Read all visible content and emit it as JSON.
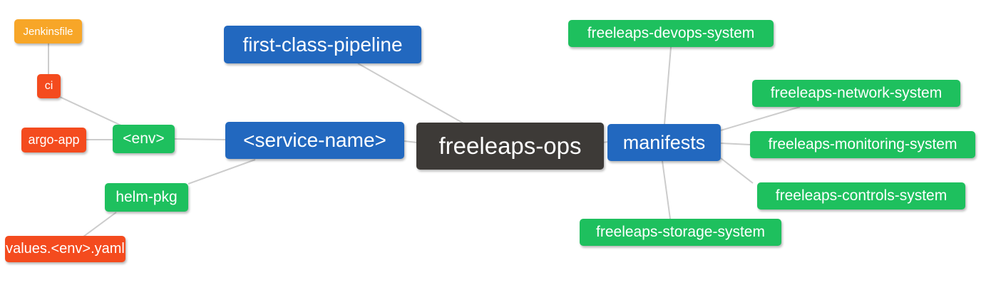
{
  "diagram": {
    "title": "freeleaps-ops mind map",
    "background": "#ffffff",
    "edge_color": "#cccccc",
    "colors": {
      "orange": "#f7a628",
      "red": "#f44b1e",
      "green": "#1ec05e",
      "blue": "#2268bf",
      "dark": "#3d3a37"
    },
    "nodes": [
      {
        "id": "jenkinsfile",
        "label": "Jenkinsfile",
        "color": "orange"
      },
      {
        "id": "ci",
        "label": "ci",
        "color": "red"
      },
      {
        "id": "argo-app",
        "label": "argo-app",
        "color": "red"
      },
      {
        "id": "env",
        "label": "<env>",
        "color": "green"
      },
      {
        "id": "helm-pkg",
        "label": "helm-pkg",
        "color": "green"
      },
      {
        "id": "values-env-yaml",
        "label": "values.<env>.yaml",
        "color": "red"
      },
      {
        "id": "first-class-pipeline",
        "label": "first-class-pipeline",
        "color": "blue"
      },
      {
        "id": "service-name",
        "label": "<service-name>",
        "color": "blue"
      },
      {
        "id": "freeleaps-ops",
        "label": "freeleaps-ops",
        "color": "dark"
      },
      {
        "id": "manifests",
        "label": "manifests",
        "color": "blue"
      },
      {
        "id": "freeleaps-devops-system",
        "label": "freeleaps-devops-system",
        "color": "green"
      },
      {
        "id": "freeleaps-network-system",
        "label": "freeleaps-network-system",
        "color": "green"
      },
      {
        "id": "freeleaps-monitoring-system",
        "label": "freeleaps-monitoring-system",
        "color": "green"
      },
      {
        "id": "freeleaps-controls-system",
        "label": "freeleaps-controls-system",
        "color": "green"
      },
      {
        "id": "freeleaps-storage-system",
        "label": "freeleaps-storage-system",
        "color": "green"
      }
    ],
    "edges": [
      {
        "from": "jenkinsfile",
        "to": "ci"
      },
      {
        "from": "ci",
        "to": "env"
      },
      {
        "from": "argo-app",
        "to": "env"
      },
      {
        "from": "env",
        "to": "service-name"
      },
      {
        "from": "helm-pkg",
        "to": "service-name"
      },
      {
        "from": "helm-pkg",
        "to": "values-env-yaml"
      },
      {
        "from": "service-name",
        "to": "freeleaps-ops"
      },
      {
        "from": "first-class-pipeline",
        "to": "freeleaps-ops"
      },
      {
        "from": "freeleaps-ops",
        "to": "manifests"
      },
      {
        "from": "manifests",
        "to": "freeleaps-devops-system"
      },
      {
        "from": "manifests",
        "to": "freeleaps-network-system"
      },
      {
        "from": "manifests",
        "to": "freeleaps-monitoring-system"
      },
      {
        "from": "manifests",
        "to": "freeleaps-controls-system"
      },
      {
        "from": "manifests",
        "to": "freeleaps-storage-system"
      }
    ]
  }
}
